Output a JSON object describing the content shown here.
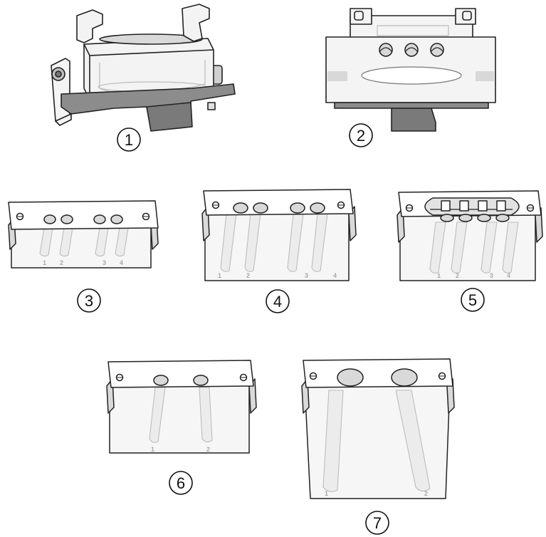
{
  "colors": {
    "outline": "#222222",
    "glass": "#f3f3f3",
    "tube": "#e9e9e9",
    "hole": "#d9d9d9",
    "dark": "#8c8c8c",
    "plate": "#ffffff"
  },
  "figures": [
    {
      "callout": "1",
      "kind": "holder-open"
    },
    {
      "callout": "2",
      "kind": "holder-front"
    },
    {
      "callout": "3",
      "kind": "rack",
      "tubes": [
        "1",
        "2",
        "3",
        "4"
      ]
    },
    {
      "callout": "4",
      "kind": "rack",
      "tubes": [
        "1",
        "2",
        "3",
        "4"
      ]
    },
    {
      "callout": "5",
      "kind": "rack-slot",
      "tubes": [
        "1",
        "2",
        "3",
        "4"
      ]
    },
    {
      "callout": "6",
      "kind": "rack",
      "tubes": [
        "1",
        "2"
      ]
    },
    {
      "callout": "7",
      "kind": "rack",
      "tubes": [
        "1",
        "2"
      ]
    }
  ]
}
